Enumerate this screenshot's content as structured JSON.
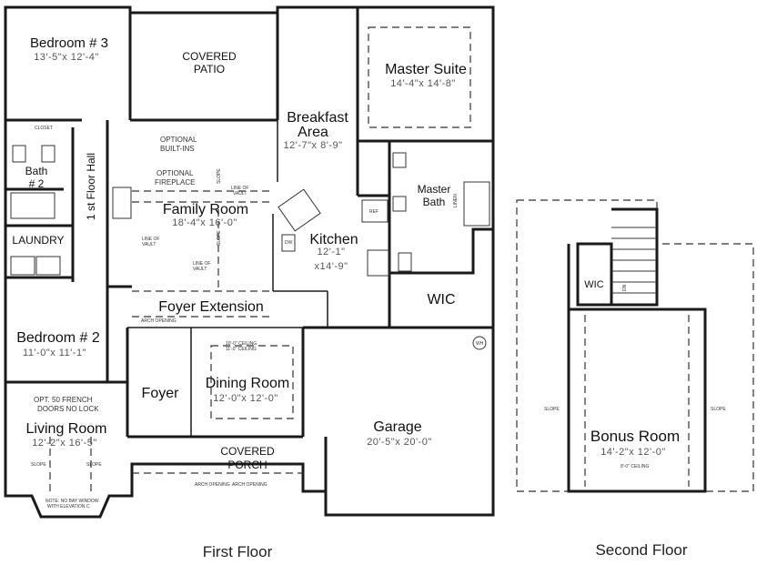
{
  "first_floor": {
    "caption": "First Floor",
    "rooms": {
      "bedroom3": {
        "name": "Bedroom # 3",
        "dim": "13'-5\"x 12'-4\""
      },
      "patio": {
        "name_line1": "COVERED",
        "name_line2": "PATIO"
      },
      "breakfast": {
        "name_line1": "Breakfast",
        "name_line2": "Area",
        "dim": "12'-7\"x 8'-9\""
      },
      "master_suite": {
        "name": "Master Suite",
        "dim": "14'-4\"x 14'-8\""
      },
      "bath2": {
        "name_line1": "Bath",
        "name_line2": "# 2"
      },
      "hall": {
        "name": "1 st Floor Hall"
      },
      "family": {
        "name": "Family Room",
        "dim": "18'-4\"x 16'-0\""
      },
      "kitchen": {
        "name": "Kitchen",
        "dim_line1": "12'-1\"",
        "dim_line2": "x14'-9\""
      },
      "master_bath": {
        "name_line1": "Master",
        "name_line2": "Bath"
      },
      "laundry": {
        "name": "LAUNDRY"
      },
      "wic": {
        "name": "WIC"
      },
      "foyer_ext": {
        "name": "Foyer Extension"
      },
      "bedroom2": {
        "name": "Bedroom # 2",
        "dim": "11'-0\"x 11'-1\""
      },
      "foyer": {
        "name": "Foyer"
      },
      "dining": {
        "name": "Dining Room",
        "dim": "12'-0\"x 12'-0\""
      },
      "living": {
        "name": "Living Room",
        "dim": "12'-2\"x 16'-5\""
      },
      "garage": {
        "name": "Garage",
        "dim": "20'-5\"x 20'-0\""
      },
      "porch": {
        "name_line1": "COVERED",
        "name_line2": "PORCH"
      }
    },
    "notes": {
      "closet": "CLOSET",
      "optional_builtins_1": "OPTIONAL",
      "optional_builtins_2": "BUILT-INS",
      "optional_fireplace_1": "OPTIONAL",
      "optional_fireplace_2": "FIREPLACE",
      "line_of_vault_1": "LINE OF",
      "line_of_vault_2": "VAULT",
      "slope": "SLOPE",
      "french_doors_1": "OPT. 50 FRENCH",
      "french_doors_2": "DOORS NO LOCK",
      "arch_opening": "ARCH OPENING",
      "ceiling_1": "10'-0\" CEILING",
      "ceiling_2": "11'-0\" CEILING",
      "ref": "REF",
      "dw": "DW",
      "linen": "LINEN",
      "wh": "WH",
      "bay_window_1": "NOTE: NO BAY WINDOW",
      "bay_window_2": "WITH ELEVATION C"
    }
  },
  "second_floor": {
    "caption": "Second Floor",
    "rooms": {
      "wic": {
        "name": "WIC"
      },
      "bonus": {
        "name": "Bonus Room",
        "dim": "14'-2\"x 12'-0\""
      }
    },
    "notes": {
      "slope": "SLOPE",
      "ceiling": "8'-0\" CEILING",
      "dn": "DN"
    }
  }
}
